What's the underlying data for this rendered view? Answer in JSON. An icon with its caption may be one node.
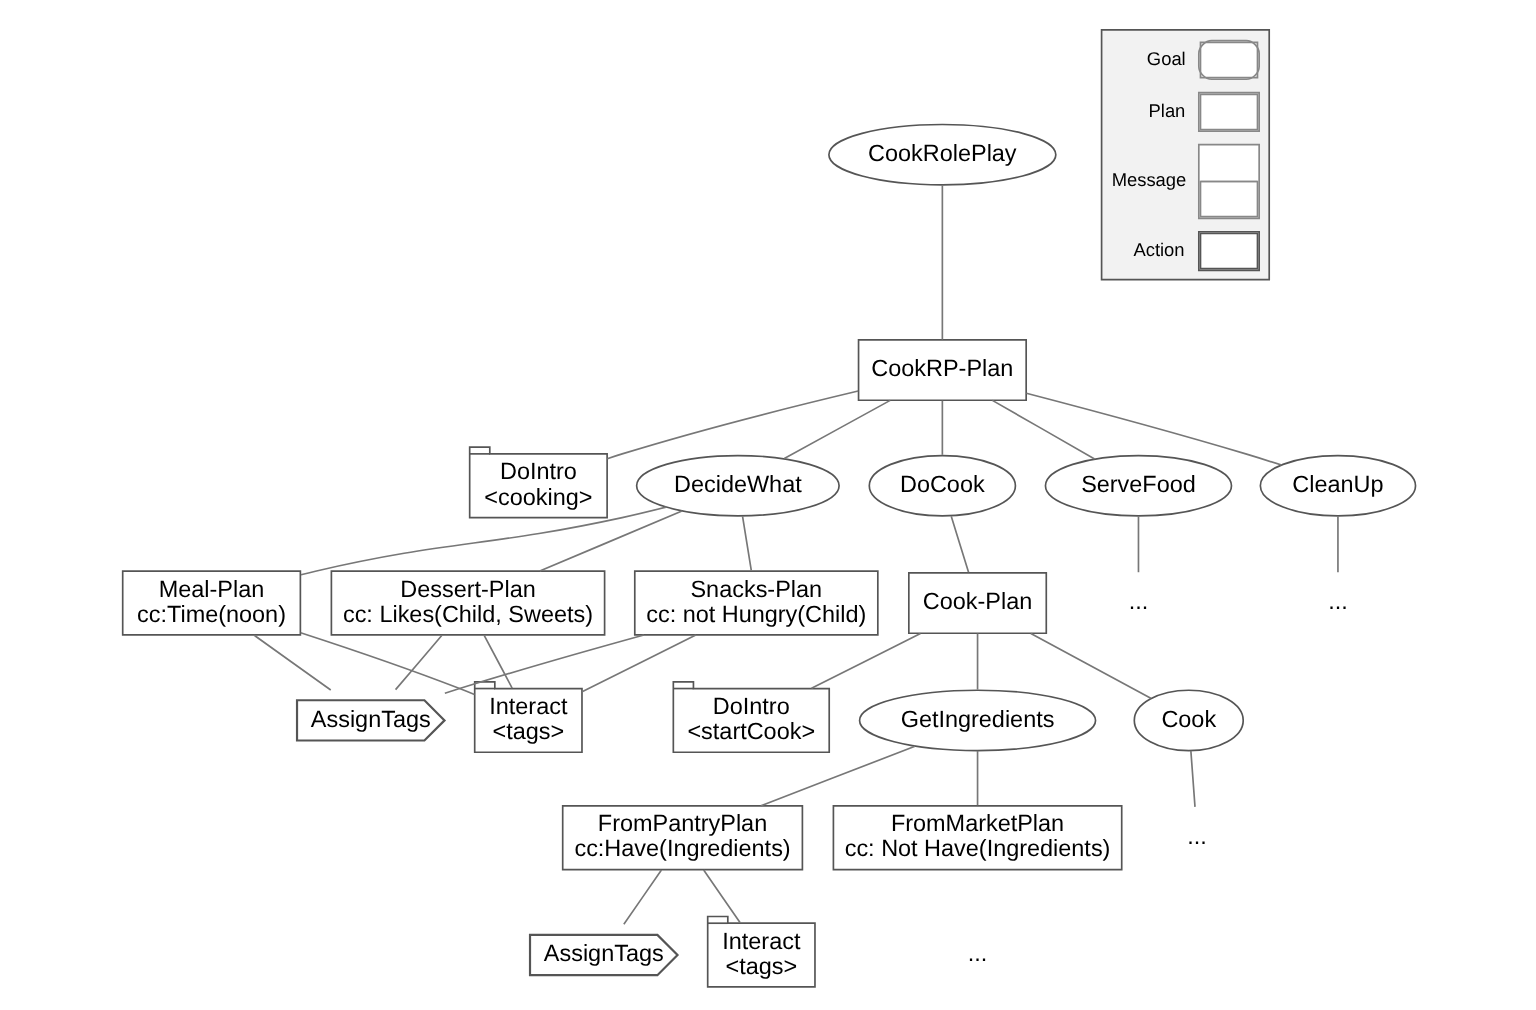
{
  "diagram": {
    "nodes": [
      {
        "text": [
          "CookRolePlay"
        ]
      },
      {
        "text": [
          "CookRP-Plan"
        ]
      },
      {
        "text": [
          "DoIntro",
          "<cooking>"
        ]
      },
      {
        "text": [
          "DecideWhat"
        ]
      },
      {
        "text": [
          "DoCook"
        ]
      },
      {
        "text": [
          "ServeFood"
        ]
      },
      {
        "text": [
          "CleanUp"
        ]
      },
      {
        "text": [
          "Meal-Plan",
          "cc:Time(noon)"
        ]
      },
      {
        "text": [
          "Dessert-Plan",
          "cc: Likes(Child, Sweets)"
        ]
      },
      {
        "text": [
          "Snacks-Plan",
          "cc: not Hungry(Child)"
        ]
      },
      {
        "text": [
          "Cook-Plan"
        ]
      },
      {
        "text": [
          "..."
        ]
      },
      {
        "text": [
          "..."
        ]
      },
      {
        "text": [
          "AssignTags"
        ]
      },
      {
        "text": [
          "Interact",
          "<tags>"
        ]
      },
      {
        "text": [
          "DoIntro",
          "<startCook>"
        ]
      },
      {
        "text": [
          "GetIngredients"
        ]
      },
      {
        "text": [
          "Cook"
        ]
      },
      {
        "text": [
          "..."
        ]
      },
      {
        "text": [
          "FromPantryPlan",
          "cc:Have(Ingredients)"
        ]
      },
      {
        "text": [
          "FromMarketPlan",
          "cc: Not Have(Ingredients)"
        ]
      },
      {
        "text": [
          "AssignTags"
        ]
      },
      {
        "text": [
          "Interact",
          "<tags>"
        ]
      }
    ],
    "edges": [
      {
        "from": 0,
        "to": 1,
        "arrow": "none"
      },
      {
        "from": 1,
        "to": 2,
        "arrow": "none"
      },
      {
        "from": 1,
        "to": 3,
        "arrow": "none"
      },
      {
        "from": 1,
        "to": 4,
        "arrow": "none"
      },
      {
        "from": 1,
        "to": 5,
        "arrow": "none"
      },
      {
        "from": 1,
        "to": 6,
        "arrow": "none"
      },
      {
        "from": 3,
        "to": 7,
        "arrow": "none"
      },
      {
        "from": 3,
        "to": 8,
        "arrow": "none"
      },
      {
        "from": 3,
        "to": 9,
        "arrow": "none"
      },
      {
        "from": 4,
        "to": 10,
        "arrow": "none"
      },
      {
        "from": 5,
        "to": 11,
        "arrow": "none"
      },
      {
        "from": 6,
        "to": 12,
        "arrow": "none"
      },
      {
        "from": 7,
        "to": 13,
        "arrow": "none"
      },
      {
        "from": 7,
        "to": 14,
        "arrow": "none"
      },
      {
        "from": 8,
        "to": 13,
        "arrow": "none"
      },
      {
        "from": 8,
        "to": 14,
        "arrow": "none"
      },
      {
        "from": 9,
        "to": 13,
        "arrow": "none"
      },
      {
        "from": 9,
        "to": 14,
        "arrow": "none"
      },
      {
        "from": 10,
        "to": 15,
        "arrow": "none"
      },
      {
        "from": 10,
        "to": 16,
        "arrow": "none"
      },
      {
        "from": 10,
        "to": 17,
        "arrow": "none"
      },
      {
        "from": 17,
        "to": 18,
        "arrow": "none"
      },
      {
        "from": 16,
        "to": 19,
        "arrow": "none"
      },
      {
        "from": 16,
        "to": 20,
        "arrow": "none"
      },
      {
        "from": 19,
        "to": 21,
        "arrow": "none"
      },
      {
        "from": 19,
        "to": 22,
        "arrow": "none"
      }
    ],
    "labels": [
      "..."
    ],
    "legend": [
      {
        "text": "Goal"
      },
      {
        "text": "Plan"
      },
      {
        "text": "Message"
      },
      {
        "text": "Action"
      }
    ]
  }
}
